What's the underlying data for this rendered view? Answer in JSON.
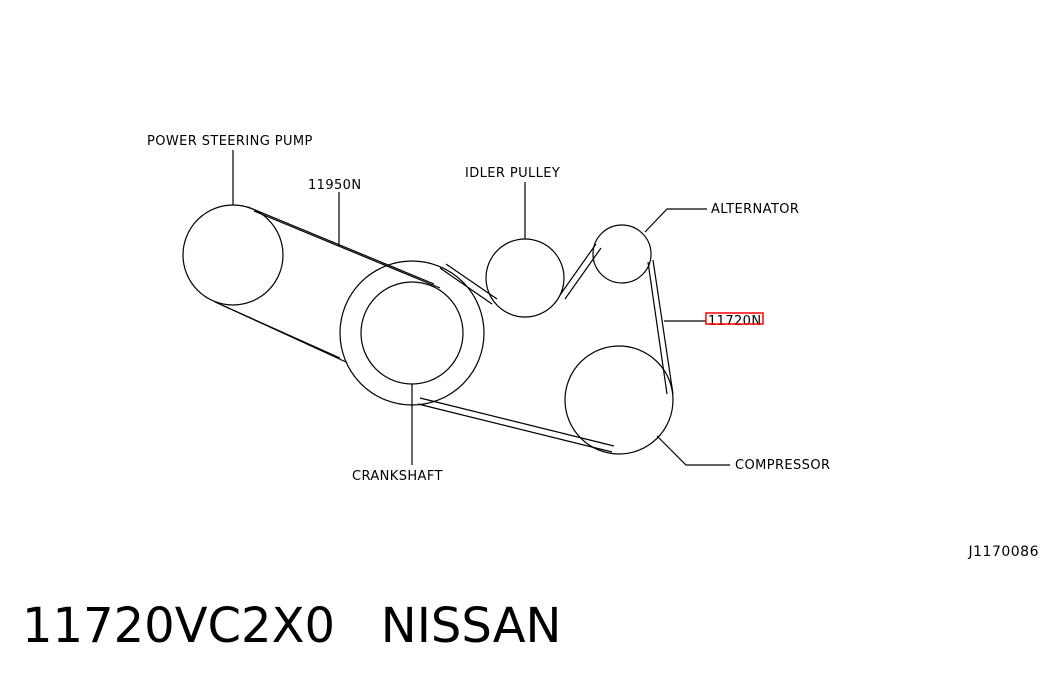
{
  "diagram": {
    "labels": {
      "power_steering_pump": "POWER STEERING PUMP",
      "belt_11950n": "11950N",
      "idler_pulley": "IDLER PULLEY",
      "alternator": "ALTERNATOR",
      "belt_11720n": "11720N",
      "crankshaft": "CRANKSHAFT",
      "compressor": "COMPRESSOR"
    },
    "highlight_color": "#ff0000",
    "drawing_id": "J1170086"
  },
  "part": {
    "number": "11720VC2X0",
    "brand": "NISSAN"
  }
}
